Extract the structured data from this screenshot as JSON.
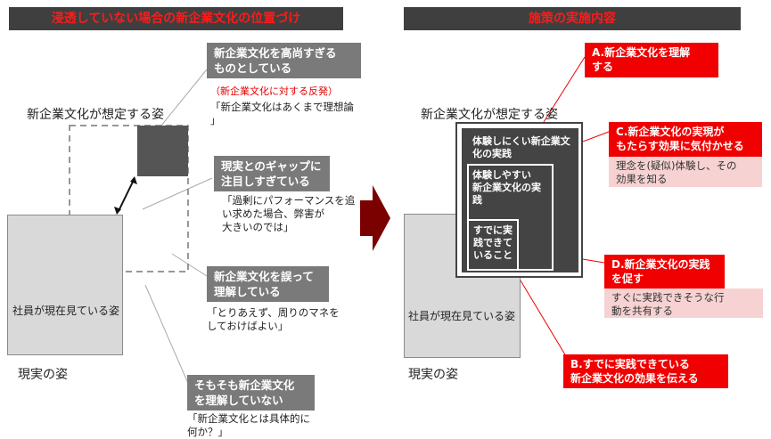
{
  "left_header": "浸透していない場合の新企業文化の位置づけ",
  "right_header": "施策の実施内容",
  "left": {
    "ideal_label": "新企業文化が想定する姿",
    "staff_label": "社員が現在見ている姿",
    "reality_label": "現実の姿",
    "reasons": [
      {
        "title": "新企業文化を高尚すぎる\nものとしている",
        "subtitle": "（新企業文化に対する反発）",
        "quote": "「新企業文化はあくまで理想論\n」"
      },
      {
        "title": "現実とのギャップに\n注目しすぎている",
        "quote": "「過剰にパフォーマンスを追\nい求めた場合、弊害が\n大きいのでは」"
      },
      {
        "title": "新企業文化を誤って\n理解している",
        "quote": "「とりあえず、周りのマネを\nしておけばよい」"
      },
      {
        "title": "そもそも新企業文化\nを理解していない",
        "quote": "「新企業文化とは具体的に\n何か？」"
      }
    ]
  },
  "right": {
    "ideal_label": "新企業文化が想定する姿",
    "staff_label": "社員が現在見ている姿",
    "reality_label": "現実の姿",
    "hard_box": "体験しにくい新企業文\n化の実践",
    "easy_box": "体験しやすい\n新企業文化の実践",
    "done_box": "すでに実\n践できて\nいること",
    "measures": [
      {
        "title": "A.新企業文化を理解\nする"
      },
      {
        "title": "C.新企業文化の実現が\nもたらす効果に気付かせる",
        "detail": "理念を(疑似)体験し、その\n効果を知る"
      },
      {
        "title": "D.新企業文化の実践\nを促す",
        "detail": "すぐに実践できそうな行\n動を共有する"
      },
      {
        "title": "B.すでに実践できている\n新企業文化の効果を伝える"
      }
    ]
  },
  "colors": {
    "accent_red": "#f00000",
    "header_bg": "#3f3f3f",
    "grey_box": "#7a7a7a",
    "pink": "#f7d2d2",
    "reality_fill": "#d9d9d9"
  }
}
